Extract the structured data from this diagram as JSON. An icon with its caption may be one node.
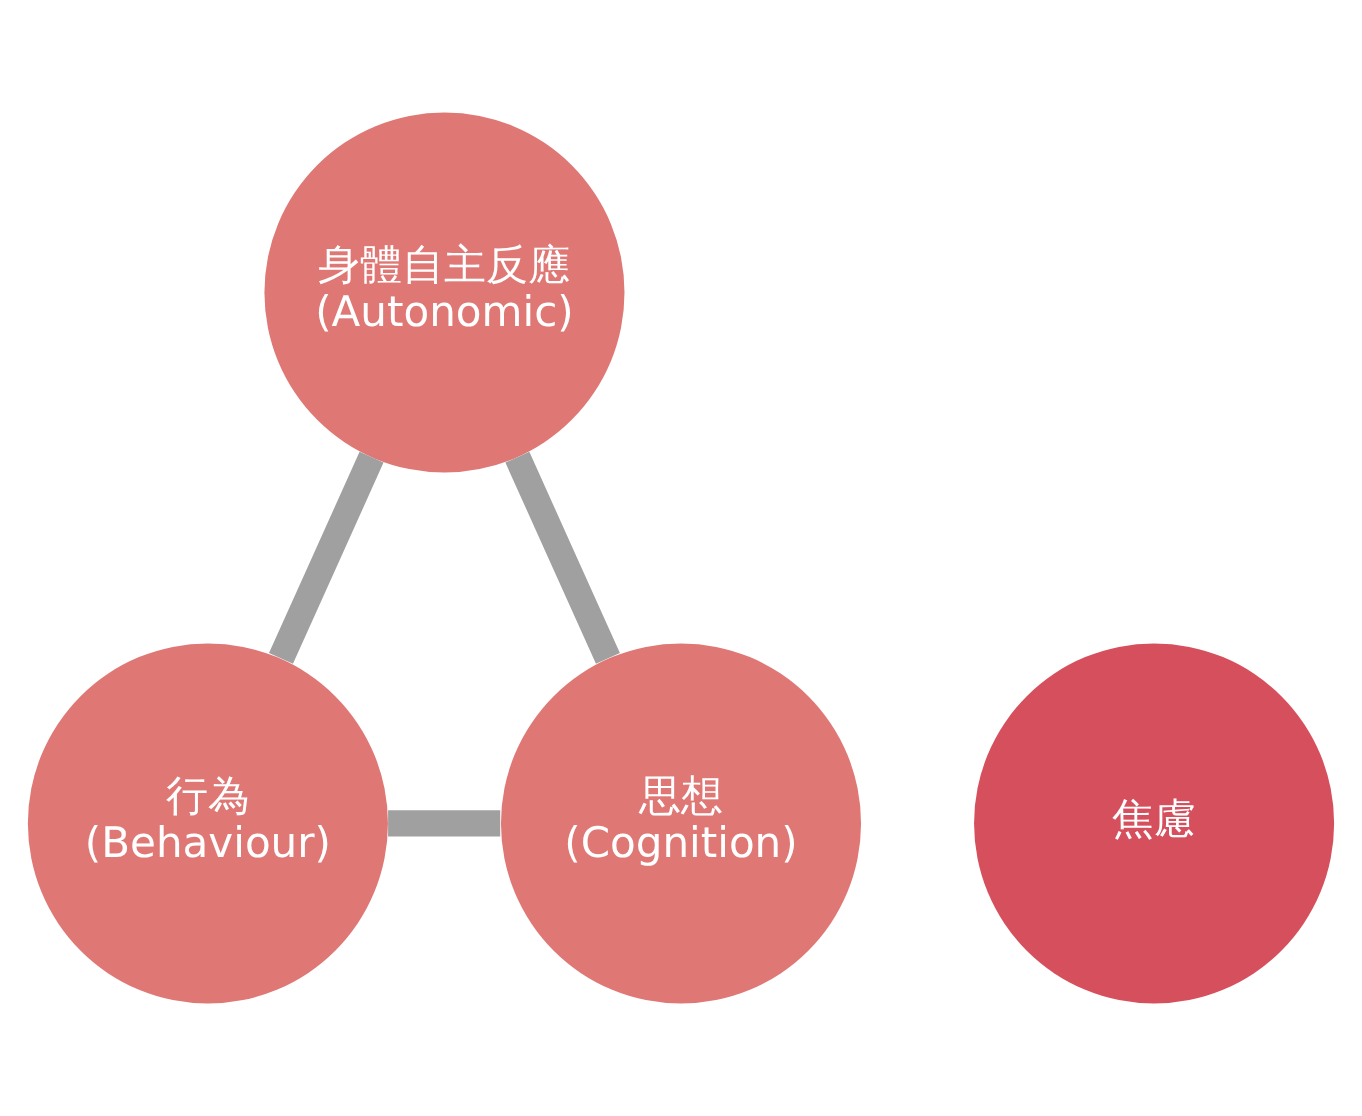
{
  "diagram": {
    "nodes": [
      {
        "text": [
          "焦慮"
        ]
      },
      {
        "text": [
          "身體自主反應 (Autonomic)"
        ]
      },
      {
        "text": [
          "行為 (Behaviour)"
        ]
      },
      {
        "text": [
          "思想 (Cognition)"
        ]
      }
    ],
    "edges": [
      {
        "from": 1,
        "to": 2,
        "arrow": "none"
      },
      {
        "from": 2,
        "to": 3,
        "arrow": "none"
      },
      {
        "from": 3,
        "to": 1,
        "arrow": "none"
      }
    ]
  }
}
